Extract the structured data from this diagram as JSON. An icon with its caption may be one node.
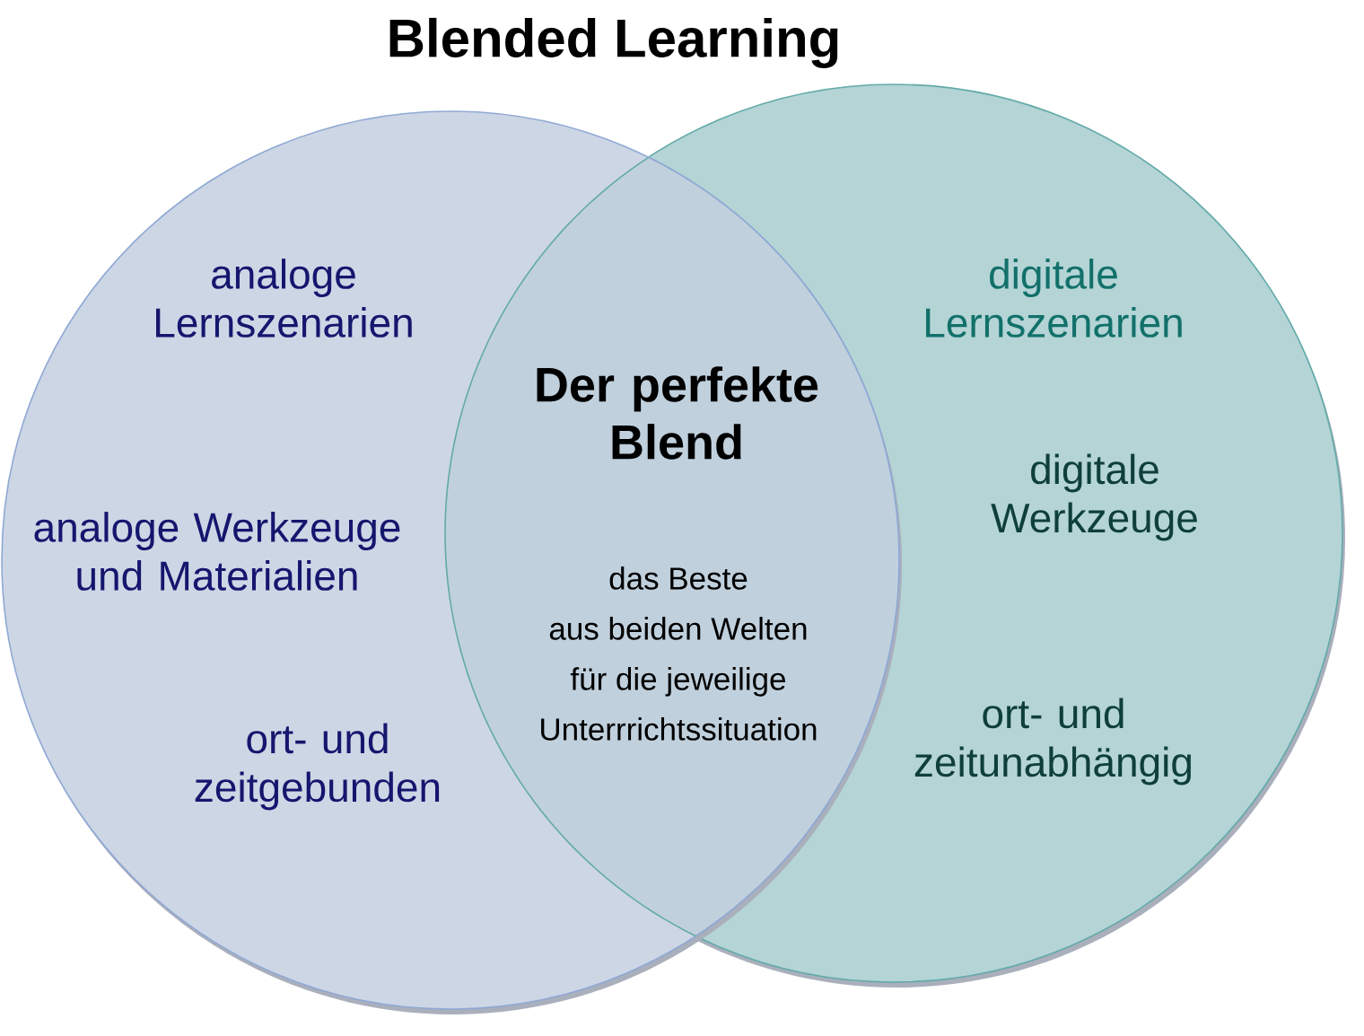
{
  "diagram": {
    "title": "Blended Learning",
    "nodes": [
      {
        "text": [
          "analoge Lernszenarien",
          "analoge Werkzeuge und Materialien",
          "ort- und zeitgebunden"
        ]
      },
      {
        "text": [
          "Der perfekte Blend",
          "das Beste aus beiden Welten für die jeweilige Unterrrichtssituation"
        ]
      },
      {
        "text": [
          "digitale Lernszenarien",
          "digitale Werkzeuge",
          "ort- und zeitunabhängig"
        ]
      }
    ]
  }
}
